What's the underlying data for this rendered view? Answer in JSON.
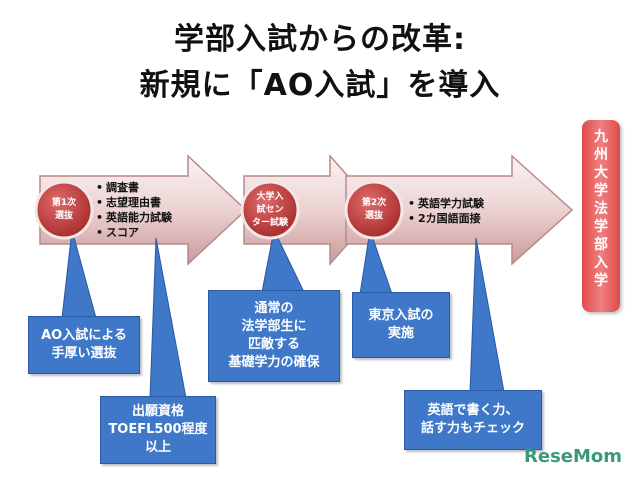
{
  "title": {
    "line1": "学部入試からの改革:",
    "line2": "新規に「AO入試」を導入"
  },
  "stages": [
    {
      "circle_line1": "第1次",
      "circle_line2": "選抜",
      "bullets": [
        "調査書",
        "志望理由書",
        "英語能力試験",
        "スコア"
      ]
    },
    {
      "circle_line1": "大学入",
      "circle_line2": "試セン",
      "circle_line3": "ター試験"
    },
    {
      "circle_line1": "第2次",
      "circle_line2": "選抜",
      "bullets": [
        "英語学力試験",
        "2カ国語面接"
      ]
    }
  ],
  "callouts": [
    {
      "lines": [
        "AO入試による",
        "手厚い選抜"
      ]
    },
    {
      "lines": [
        "出願資格",
        "TOEFL500程度",
        "以上"
      ]
    },
    {
      "lines": [
        "通常の",
        "法学部生に",
        "匹敵する",
        "基礎学力の確保"
      ]
    },
    {
      "lines": [
        "東京入試の",
        "実施"
      ]
    },
    {
      "lines": [
        "英語で書く力、",
        "話す力もチェック"
      ]
    }
  ],
  "destination": "九州大学法学部入学",
  "logo": "ReseMom"
}
